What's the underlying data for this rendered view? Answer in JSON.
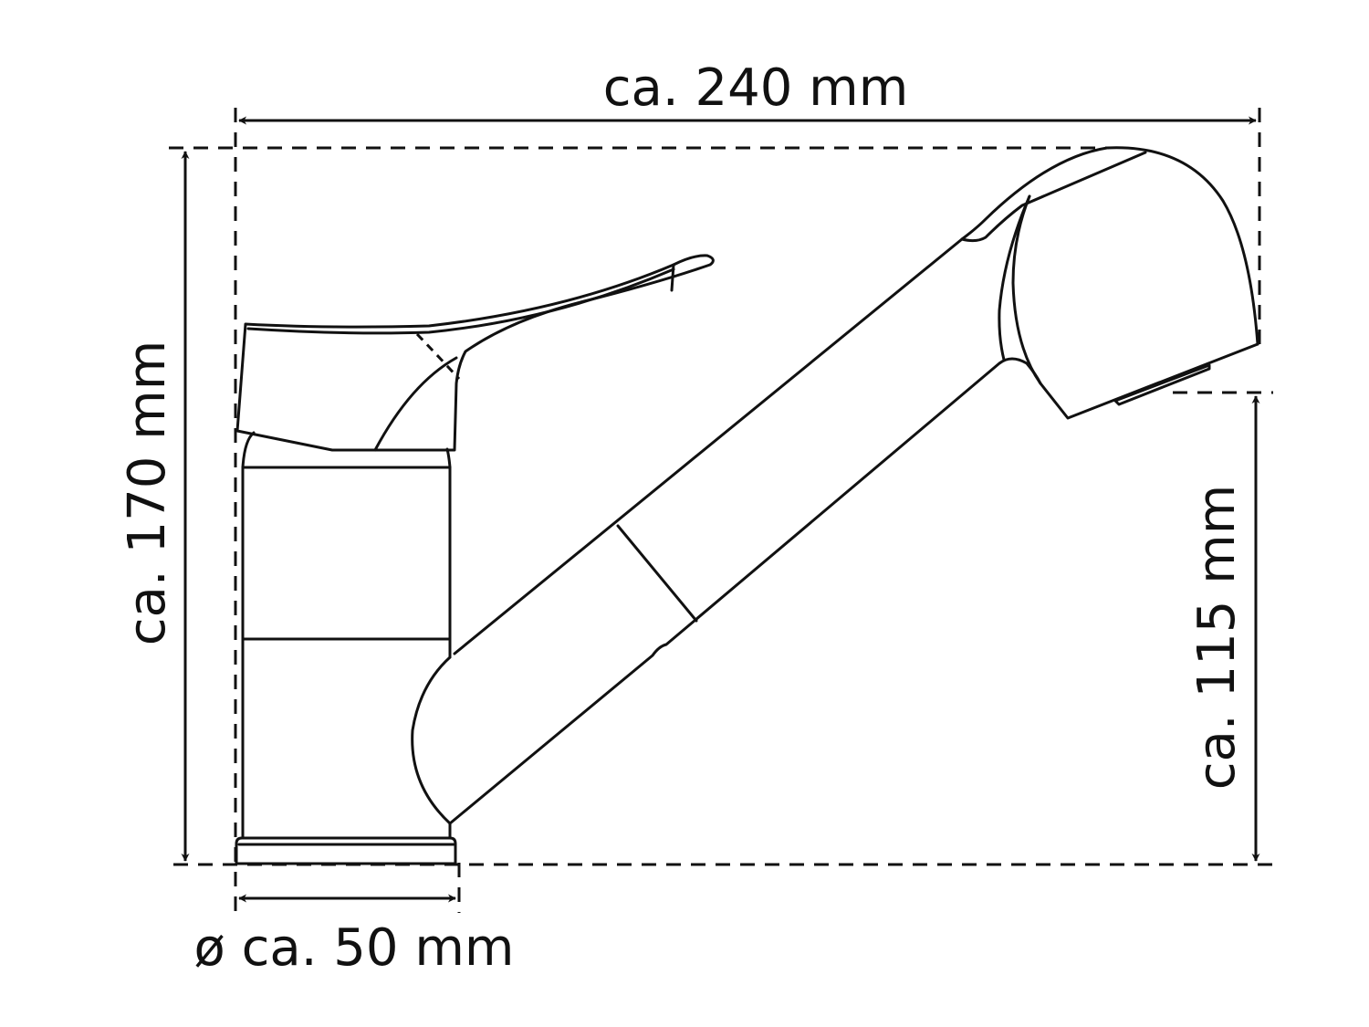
{
  "drawing": {
    "subject": "Pull-out kitchen faucet dimension drawing",
    "stroke_color": "#111111",
    "background": "#ffffff"
  },
  "dimensions": {
    "width": {
      "label": "ca. 240 mm"
    },
    "height": {
      "label": "ca. 170 mm"
    },
    "spout_height": {
      "label": "ca. 115 mm"
    },
    "base_diameter": {
      "label": "ø ca. 50 mm"
    }
  }
}
